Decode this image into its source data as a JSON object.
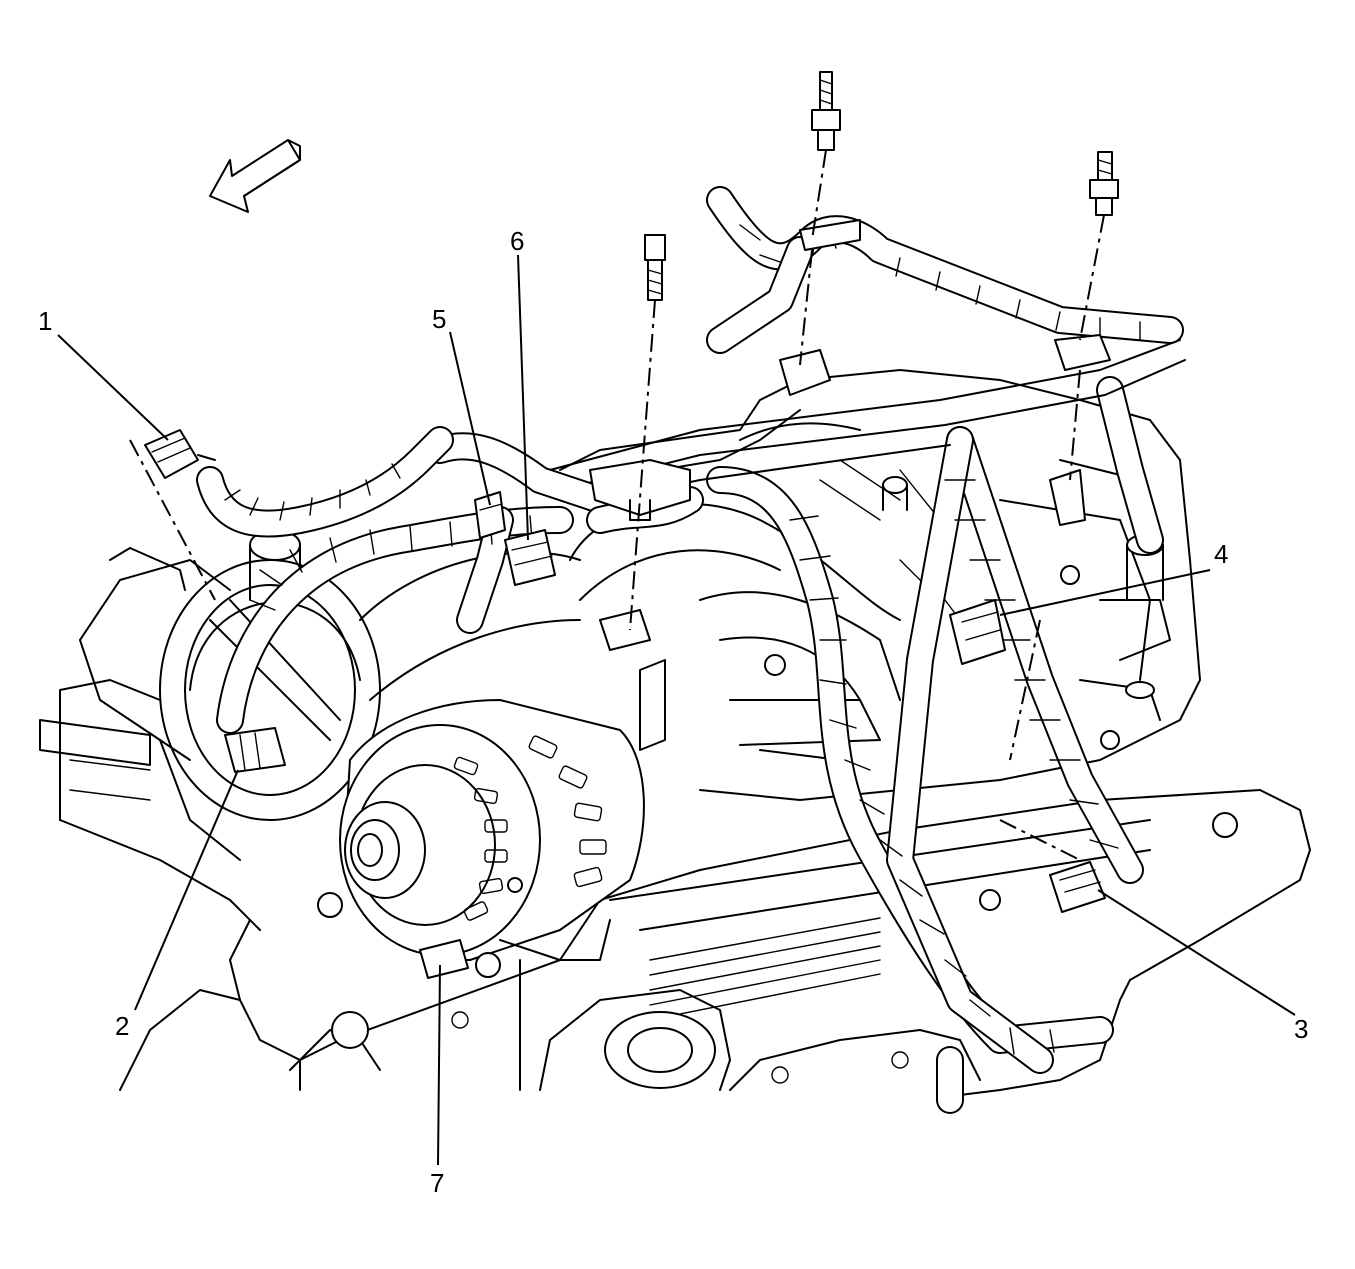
{
  "callouts": [
    {
      "id": "1",
      "label": "1"
    },
    {
      "id": "2",
      "label": "2"
    },
    {
      "id": "3",
      "label": "3"
    },
    {
      "id": "4",
      "label": "4"
    },
    {
      "id": "5",
      "label": "5"
    },
    {
      "id": "6",
      "label": "6"
    },
    {
      "id": "7",
      "label": "7"
    }
  ],
  "colors": {
    "line": "#000000",
    "background": "#ffffff"
  },
  "icons": {
    "direction": "front-direction-arrow-icon"
  }
}
